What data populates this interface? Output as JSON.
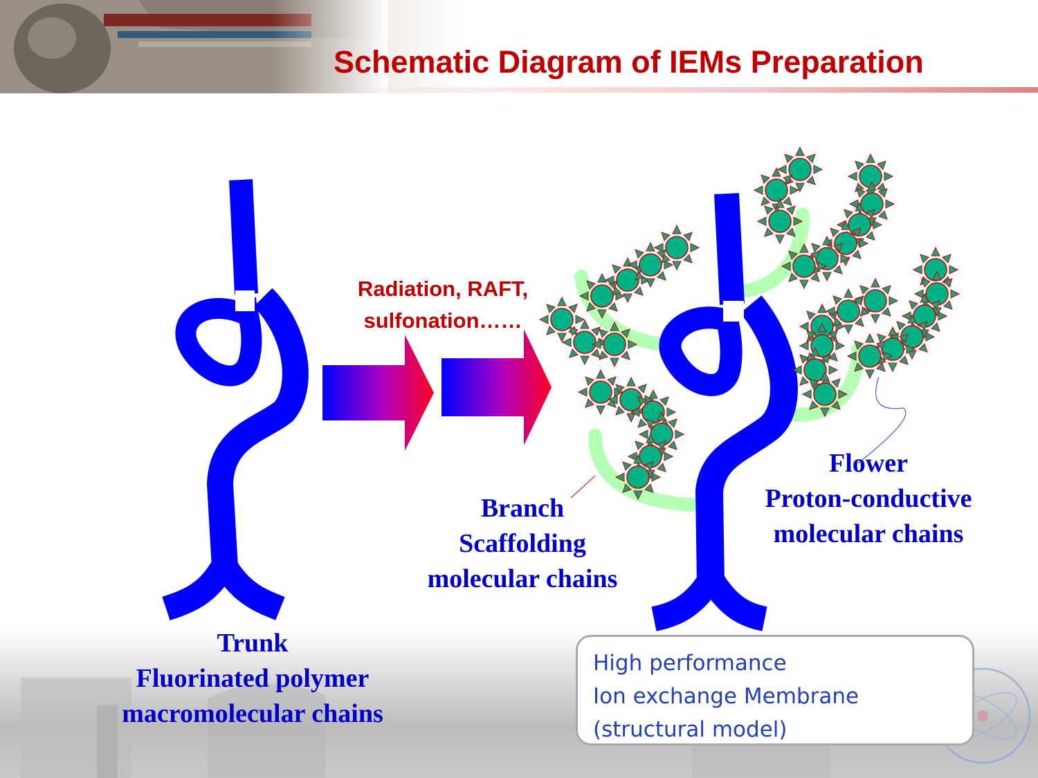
{
  "slide": {
    "title": "Schematic Diagram of IEMs Preparation"
  },
  "process": {
    "line1": "Radiation, RAFT,",
    "line2": "sulfonation……"
  },
  "labels": {
    "trunk": [
      "Trunk",
      "Fluorinated polymer",
      "macromolecular chains"
    ],
    "branch": [
      "Branch",
      "Scaffolding",
      "molecular chains"
    ],
    "flower": [
      "Flower",
      "Proton-conductive",
      "molecular chains"
    ]
  },
  "result": {
    "lines": [
      "High performance",
      "Ion exchange Membrane",
      "(structural model)"
    ]
  },
  "colors": {
    "title": "#c00000",
    "trunk": "#0000ff",
    "branch": "#b3ffb3",
    "flower_fill": "#00b386",
    "flower_spike": "#1aa37a",
    "flower_outline": "#cc0000",
    "label": "#0000cc",
    "result_text": "#1f3fbf"
  }
}
